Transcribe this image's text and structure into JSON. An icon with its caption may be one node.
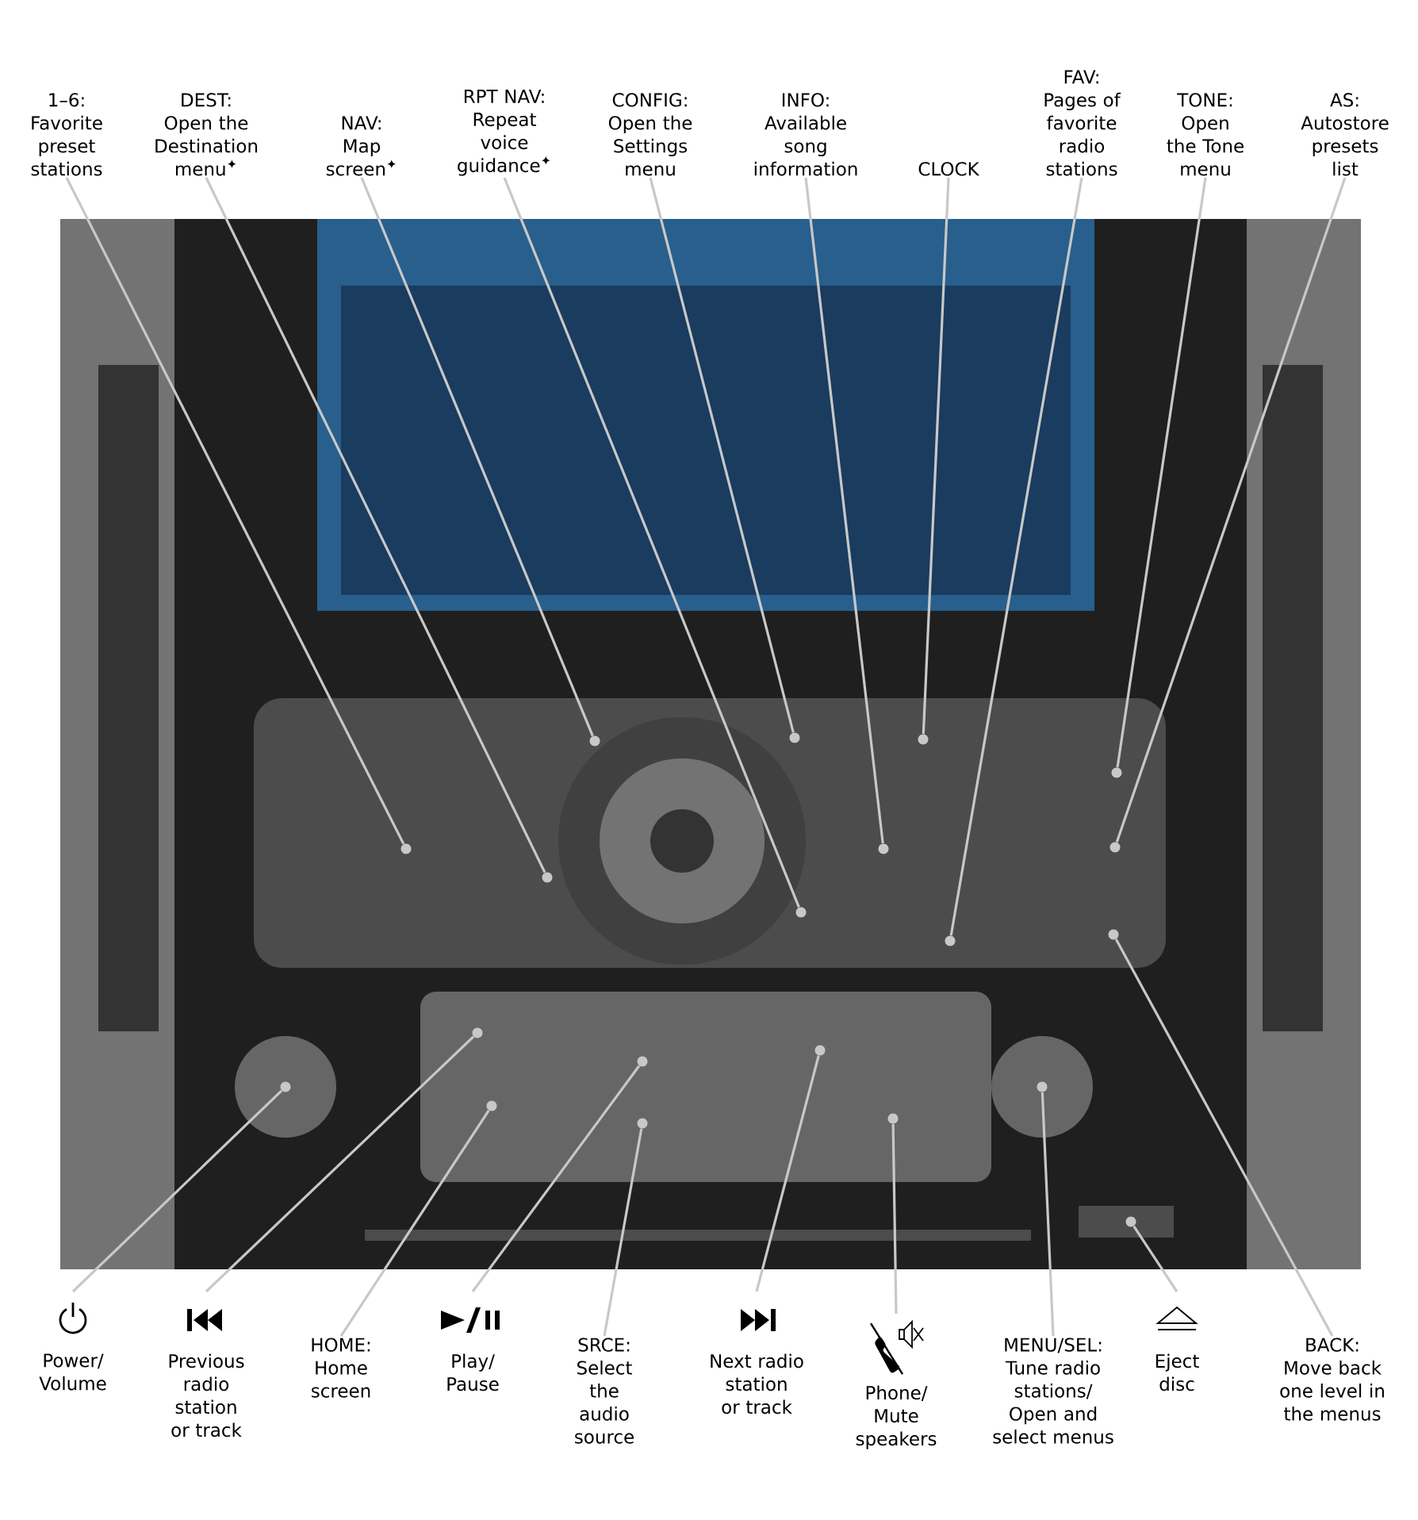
{
  "diagram": {
    "nodes": [
      {
        "text": [
          "1–6:",
          "Favorite preset stations"
        ]
      },
      {
        "text": [
          "DEST:",
          "Open the Destination menu$^{✦}$"
        ]
      },
      {
        "text": [
          "NAV:",
          "Map screen$^{✦}$"
        ]
      },
      {
        "text": [
          "RPT NAV:",
          "Repeat voice guidance$^{✦}$"
        ]
      },
      {
        "text": [
          "CONFIG:",
          "Open the Settings menu"
        ]
      },
      {
        "text": [
          "INFO:",
          "Available song information"
        ]
      },
      {
        "text": [
          "CLOCK"
        ]
      },
      {
        "text": [
          "FAV:",
          "Pages of favorite radio stations"
        ]
      },
      {
        "text": [
          "TONE:",
          "Open the Tone menu"
        ]
      },
      {
        "text": [
          "AS:",
          "Autostore presets list"
        ]
      },
      {
        "text": [
          "Power/ Volume"
        ]
      },
      {
        "text": [
          "Previous radio station or track"
        ]
      },
      {
        "text": [
          "HOME:",
          "Home screen"
        ]
      },
      {
        "text": [
          "Play/ Pause"
        ]
      },
      {
        "text": [
          "SRCE:",
          "Select the audio source"
        ]
      },
      {
        "text": [
          "Next radio station or track"
        ]
      },
      {
        "text": [
          "Phone/ Mute speakers"
        ]
      },
      {
        "text": [
          "MENU/SEL:",
          "Tune radio stations/ Open and select menus"
        ]
      },
      {
        "text": [
          "Eject disc"
        ]
      },
      {
        "text": [
          "BACK:",
          "Move back one level in the menus"
        ]
      },
      {
        "text": [],
        "shape": "circle"
      },
      {
        "text": [],
        "shape": "circle"
      },
      {
        "text": [],
        "shape": "circle"
      },
      {
        "text": [],
        "shape": "circle"
      },
      {
        "text": [],
        "shape": "circle"
      },
      {
        "text": [],
        "shape": "circle"
      },
      {
        "text": [],
        "shape": "circle"
      },
      {
        "text": [],
        "shape": "circle"
      },
      {
        "text": [],
        "shape": "circle"
      },
      {
        "text": [],
        "shape": "circle"
      },
      {
        "text": [],
        "shape": "circle"
      },
      {
        "text": [],
        "shape": "circle"
      },
      {
        "text": [],
        "shape": "circle"
      },
      {
        "text": [],
        "shape": "circle"
      },
      {
        "text": [],
        "shape": "circle"
      },
      {
        "text": [],
        "shape": "circle"
      },
      {
        "text": [],
        "shape": "circle"
      },
      {
        "text": [],
        "shape": "circle"
      },
      {
        "text": [],
        "shape": "circle"
      },
      {
        "text": [],
        "shape": "circle"
      }
    ],
    "edges": [
      {
        "from": 0,
        "to": 20,
        "arrow": "none"
      },
      {
        "from": 1,
        "to": 21,
        "arrow": "none"
      },
      {
        "from": 2,
        "to": 22,
        "arrow": "none"
      },
      {
        "from": 3,
        "to": 23,
        "arrow": "none"
      },
      {
        "from": 4,
        "to": 24,
        "arrow": "none"
      },
      {
        "from": 5,
        "to": 25,
        "arrow": "none"
      },
      {
        "from": 6,
        "to": 26,
        "arrow": "none"
      },
      {
        "from": 7,
        "to": 27,
        "arrow": "none"
      },
      {
        "from": 8,
        "to": 28,
        "arrow": "none"
      },
      {
        "from": 9,
        "to": 29,
        "arrow": "none"
      },
      {
        "from": 10,
        "to": 30,
        "arrow": "none"
      },
      {
        "from": 11,
        "to": 31,
        "arrow": "none"
      },
      {
        "from": 12,
        "to": 32,
        "arrow": "none"
      },
      {
        "from": 13,
        "to": 33,
        "arrow": "none"
      },
      {
        "from": 14,
        "to": 34,
        "arrow": "none"
      },
      {
        "from": 15,
        "to": 35,
        "arrow": "none"
      },
      {
        "from": 16,
        "to": 36,
        "arrow": "none"
      },
      {
        "from": 17,
        "to": 37,
        "arrow": "none"
      },
      {
        "from": 18,
        "to": 38,
        "arrow": "none"
      },
      {
        "from": 19,
        "to": 39,
        "arrow": "none"
      }
    ]
  }
}
